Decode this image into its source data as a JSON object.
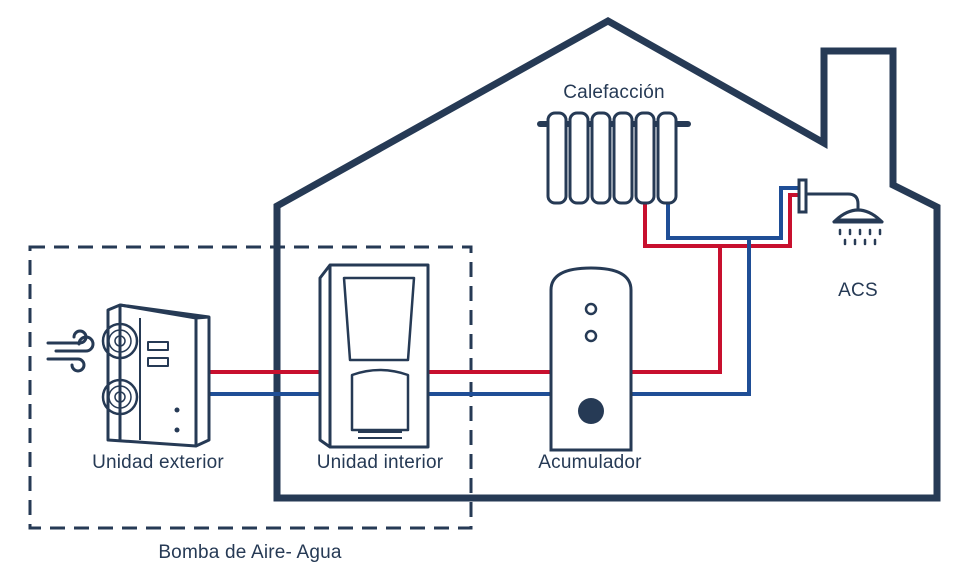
{
  "labels": {
    "heating": "Calefacción",
    "dhw": "ACS",
    "outdoor_unit": "Unidad exterior",
    "indoor_unit": "Unidad interior",
    "tank": "Acumulador",
    "system": "Bomba de Aire- Agua"
  },
  "colors": {
    "outline": "#263a55",
    "supply_pipe": "#c8102e",
    "return_pipe": "#1f4e96",
    "background": "#ffffff"
  },
  "icons": {
    "wind": "wind-icon",
    "outdoor_unit": "outdoor-unit-icon",
    "indoor_unit": "indoor-unit-icon",
    "tank": "storage-tank-icon",
    "radiator": "radiator-icon",
    "shower": "shower-icon"
  }
}
